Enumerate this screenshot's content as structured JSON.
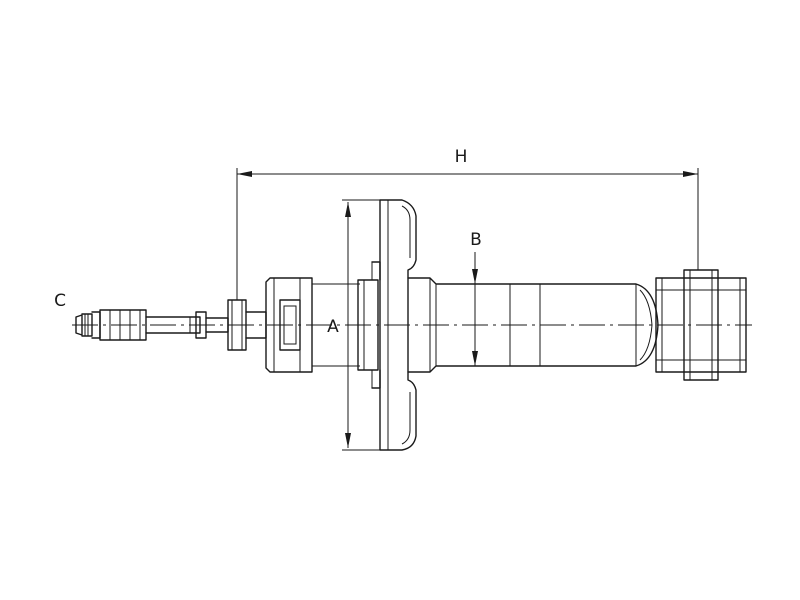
{
  "dimensions": {
    "overall_length_label": "H",
    "outer_diameter_label": "A",
    "body_diameter_label": "B",
    "rod_end_label": "C"
  },
  "colors": {
    "line": "#1a1a1a",
    "background": "#ffffff"
  }
}
